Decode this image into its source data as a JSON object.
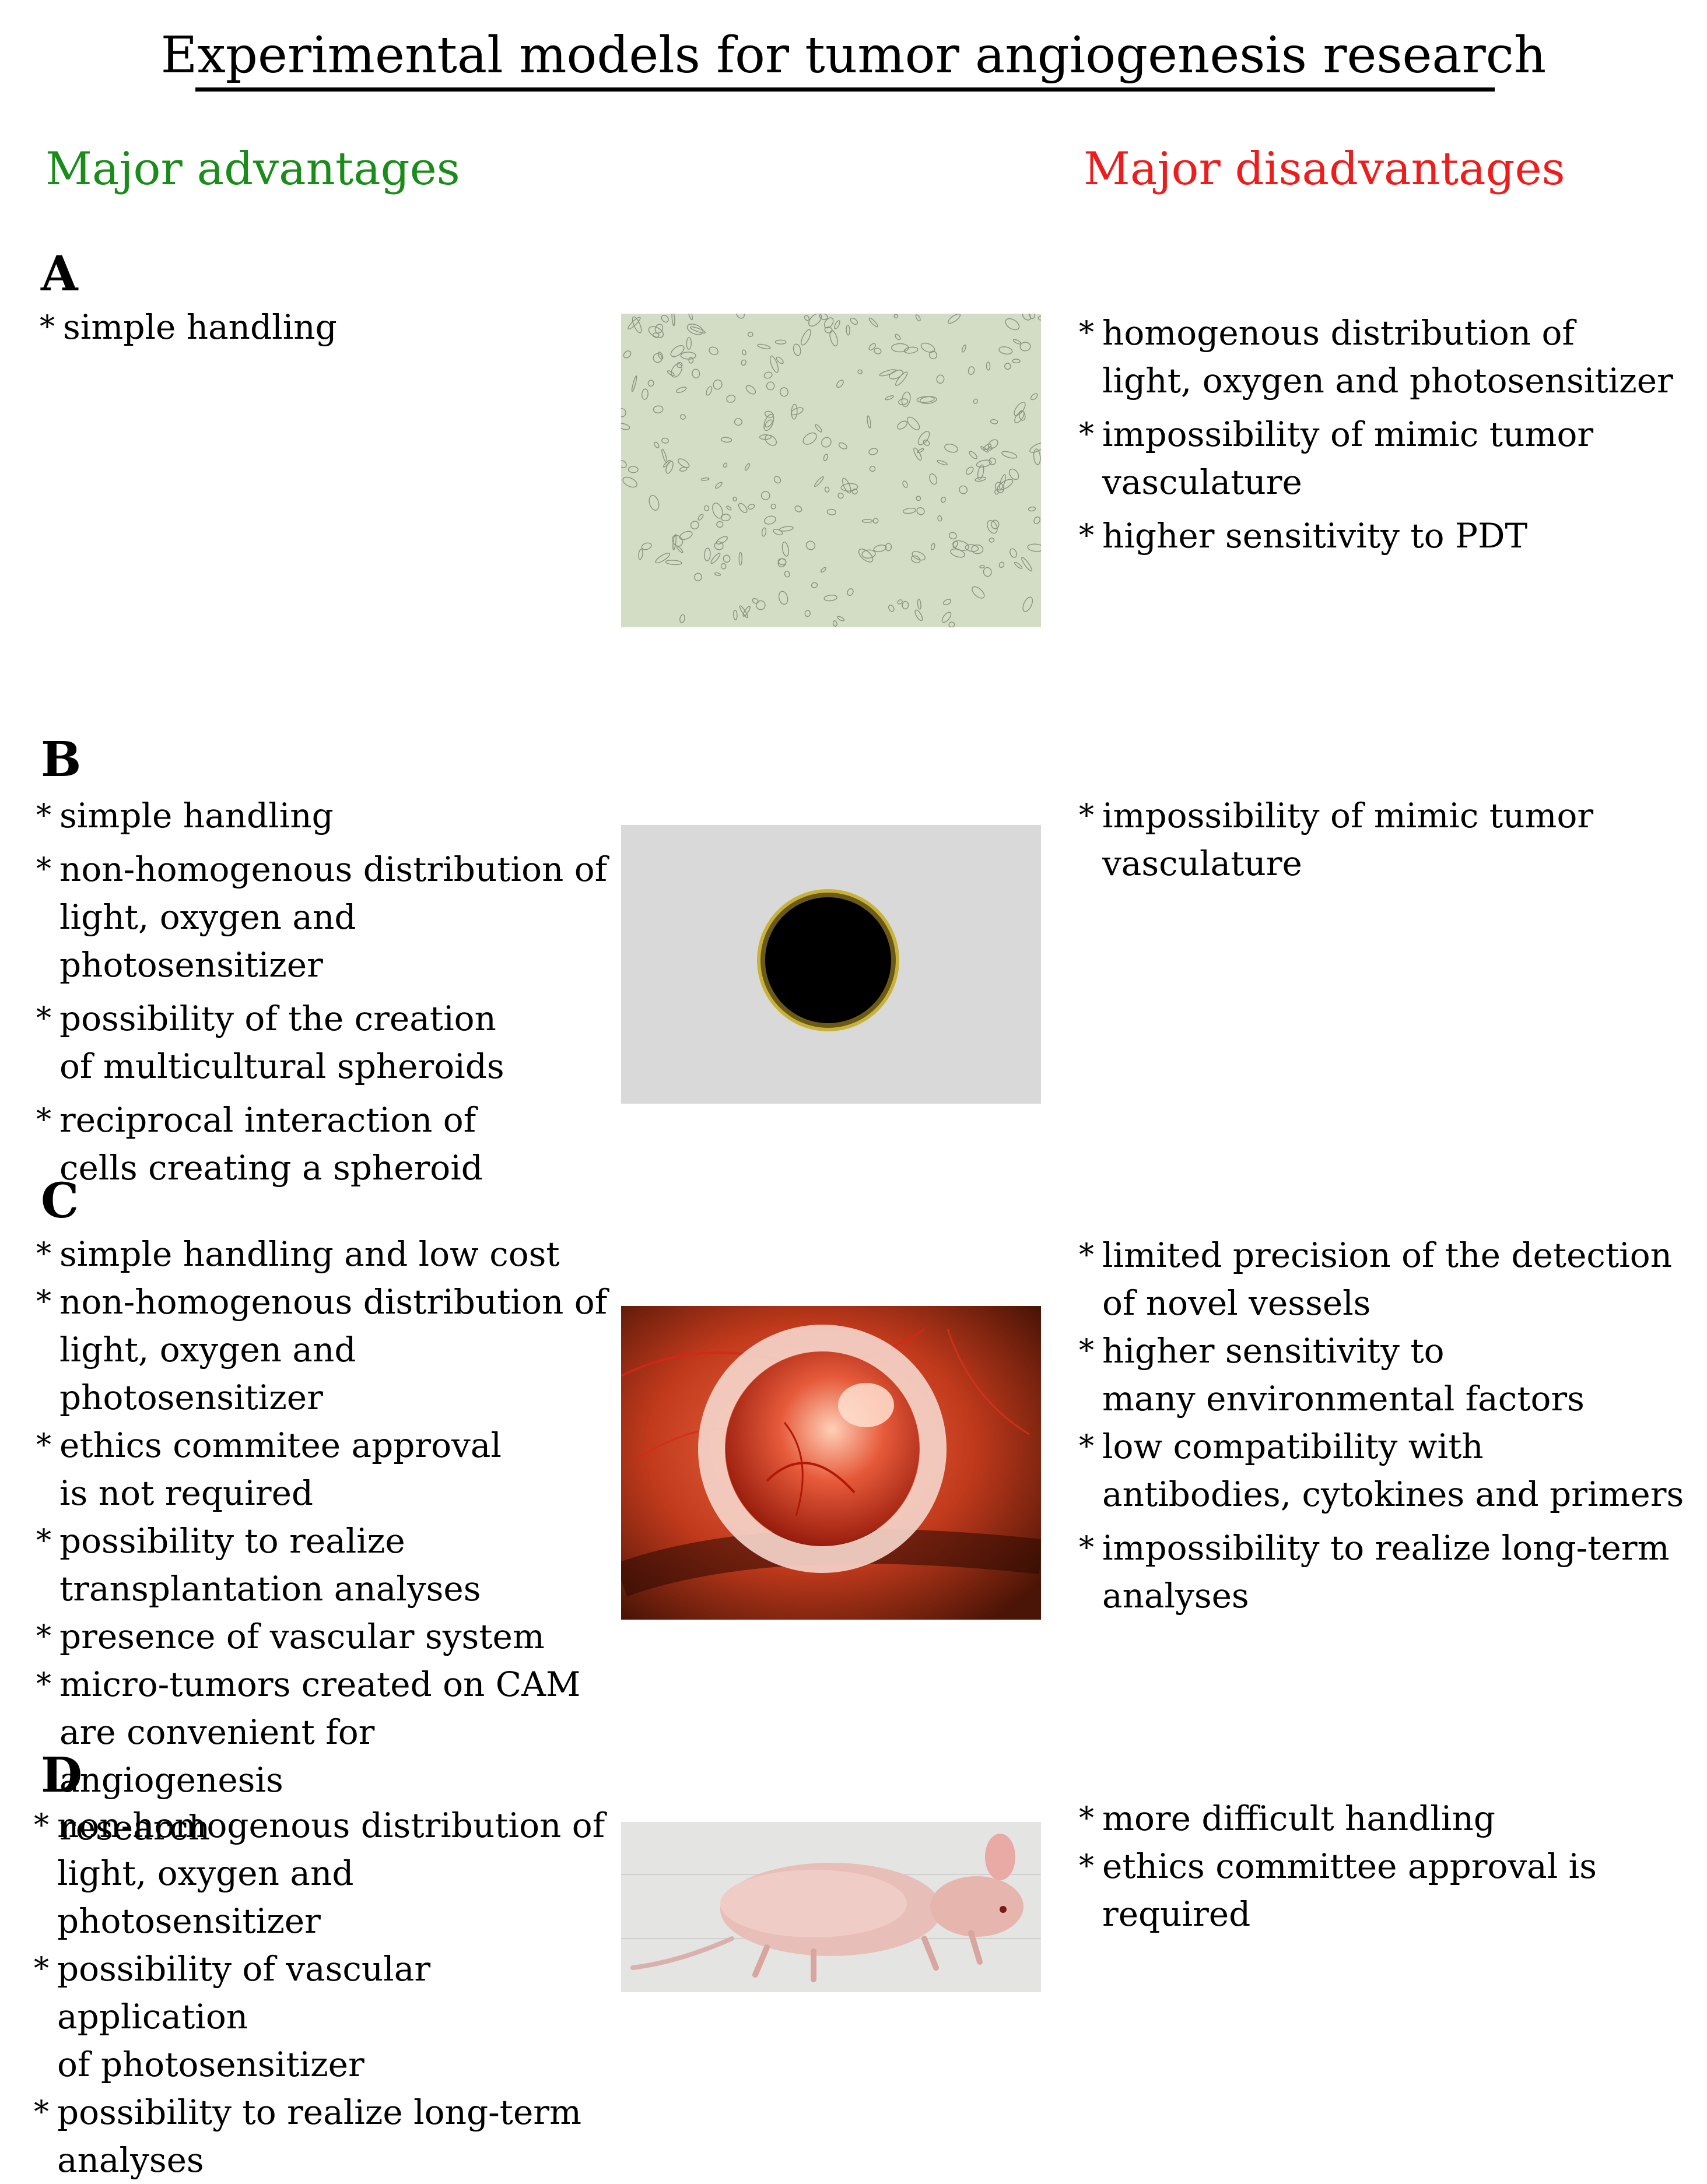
{
  "title": "Experimental models for tumor angiogenesis research",
  "headers": {
    "advantages": "Major advantages",
    "disadvantages": "Major disadvantages"
  },
  "colors": {
    "advantages": "#1a8c1a",
    "disadvantages": "#ee1c1c"
  },
  "sections": [
    {
      "letter": "A",
      "image_icon": "cell-culture-microscopy-image",
      "advantages": [
        "simple handling"
      ],
      "disadvantages": [
        "homogenous distribution of\n light, oxygen and photosensitizer",
        "impossibility of mimic tumor\nvasculature",
        "higher sensitivity to PDT"
      ]
    },
    {
      "letter": "B",
      "image_icon": "spheroid-image",
      "advantages": [
        "simple handling",
        "non-homogenous distribution of\n light, oxygen and photosensitizer",
        "possibility of the creation\nof multicultural spheroids",
        "reciprocal interaction of\ncells creating a spheroid"
      ],
      "disadvantages": [
        "impossibility of mimic tumor\nvasculature"
      ]
    },
    {
      "letter": "C",
      "image_icon": "cam-assay-image",
      "advantages": [
        "simple handling and low cost",
        "non-homogenous distribution of\nlight, oxygen and photosensitizer",
        "ethics commitee approval\n is not required",
        "possibility to realize\ntransplantation analyses",
        "presence of vascular system",
        "micro-tumors created on CAM\nare convenient for angiogenesis\nresearch"
      ],
      "disadvantages": [
        "limited precision of the detection\nof novel vessels",
        "higher sensitivity to\nmany environmental factors",
        "low compatibility with\nantibodies, cytokines and primers",
        "impossibility to realize long-term\nanalyses"
      ]
    },
    {
      "letter": "D",
      "image_icon": "nude-mouse-image",
      "advantages": [
        "non-homogenous distribution of\nlight, oxygen and photosensitizer",
        "possibility of vascular application\nof photosensitizer",
        "possibility to realize long-term\nanalyses"
      ],
      "disadvantages": [
        "more difficult handling",
        "ethics committee approval is required"
      ]
    }
  ]
}
